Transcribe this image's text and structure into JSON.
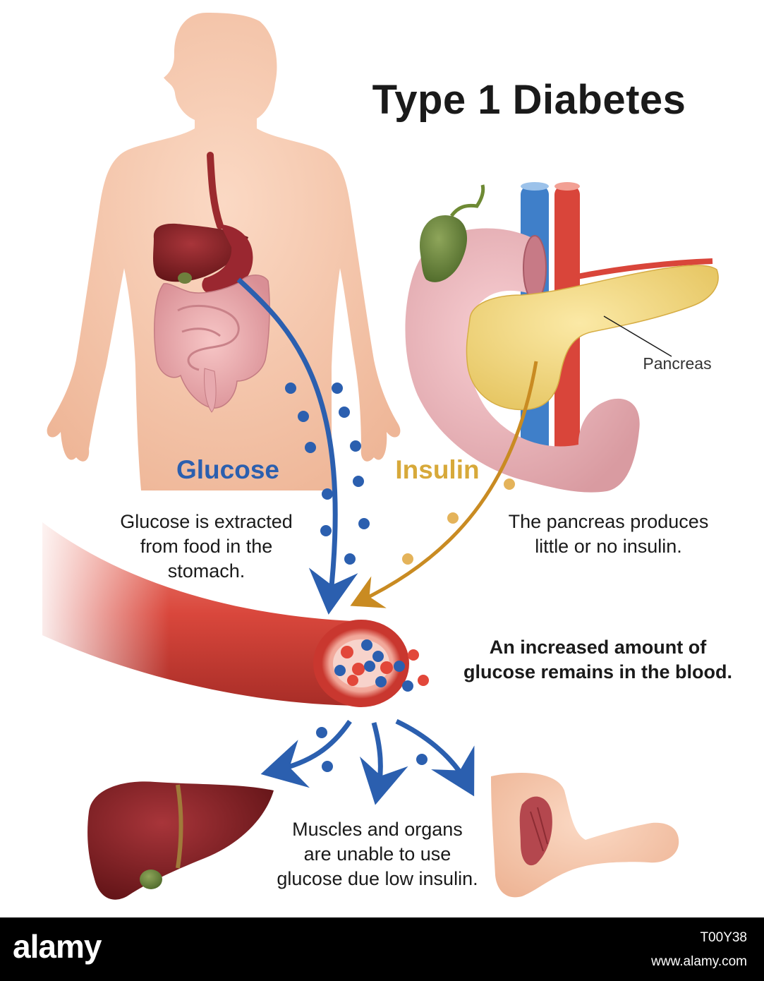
{
  "title": "Type 1 Diabetes",
  "labels": {
    "glucose": "Glucose",
    "insulin": "Insulin",
    "pancreas": "Pancreas"
  },
  "descriptions": {
    "glucose_extraction": [
      "Glucose is extracted",
      "from food in the",
      "stomach."
    ],
    "pancreas_insulin": [
      "The pancreas produces",
      "little or no insulin."
    ],
    "blood_glucose": [
      "An increased amount of",
      "glucose remains in the blood."
    ],
    "muscle_organs": [
      "Muscles and organs",
      "are unable to use",
      "glucose due low insulin."
    ]
  },
  "colors": {
    "glucose": "#2b5faf",
    "insulin": "#d7a93a",
    "insulin_arrow": "#c98b22",
    "red_cell": "#e2473a",
    "skin": "#f6c8ad",
    "liver": "#7e1f22",
    "vessel": "#d84b3f"
  },
  "footer": {
    "brand": "alamy",
    "image_id": "T00Y38",
    "url": "www.alamy.com"
  }
}
